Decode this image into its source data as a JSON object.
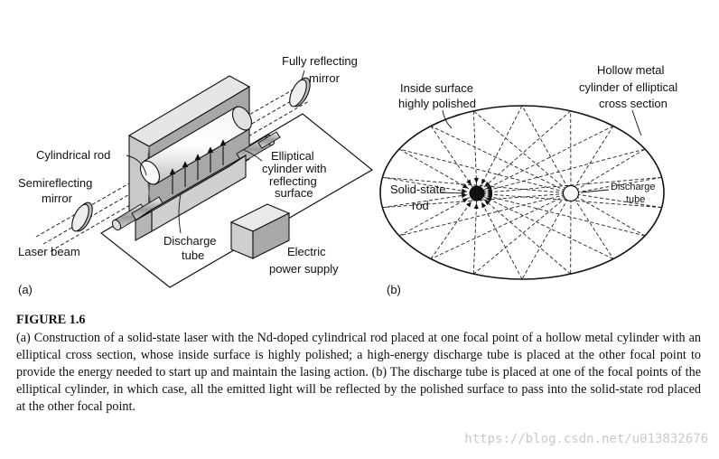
{
  "panel_a": {
    "tag": "(a)",
    "labels": {
      "fully_reflecting_1": "Fully reflecting",
      "fully_reflecting_2": "mirror",
      "cylindrical_rod": "Cylindrical rod",
      "elliptical_1": "Elliptical",
      "elliptical_2": "cylinder with",
      "elliptical_3": "reflecting",
      "elliptical_4": "surface",
      "semireflecting_1": "Semireflecting",
      "semireflecting_2": "mirror",
      "laser_beam": "Laser beam",
      "discharge_1": "Discharge",
      "discharge_2": "tube",
      "electric_1": "Electric",
      "electric_2": "power supply"
    }
  },
  "panel_b": {
    "tag": "(b)",
    "labels": {
      "inside_1": "Inside surface",
      "inside_2": "highly polished",
      "hollow_1": "Hollow metal",
      "hollow_2": "cylinder of elliptical",
      "hollow_3": "cross section",
      "solid_1": "Solid-state",
      "solid_2": "rod",
      "discharge_1": "Discharge",
      "discharge_2": "tube"
    }
  },
  "caption": {
    "figure_number": "FIGURE 1.6",
    "text": "(a) Construction of a solid-state laser with the Nd-doped cylindrical rod placed at one focal point of a hollow metal cylinder with an elliptical cross section, whose inside surface is highly polished; a high-energy discharge tube is placed at the other focal point to provide the energy needed to start up and maintain the lasing action. (b) The discharge tube is placed at one of the focal points of the elliptical cylinder, in which case, all the emitted light will be reflected by the polished surface to pass into the solid-state rod placed at the other focal point."
  },
  "watermark": "https://blog.csdn.net/u013832676"
}
